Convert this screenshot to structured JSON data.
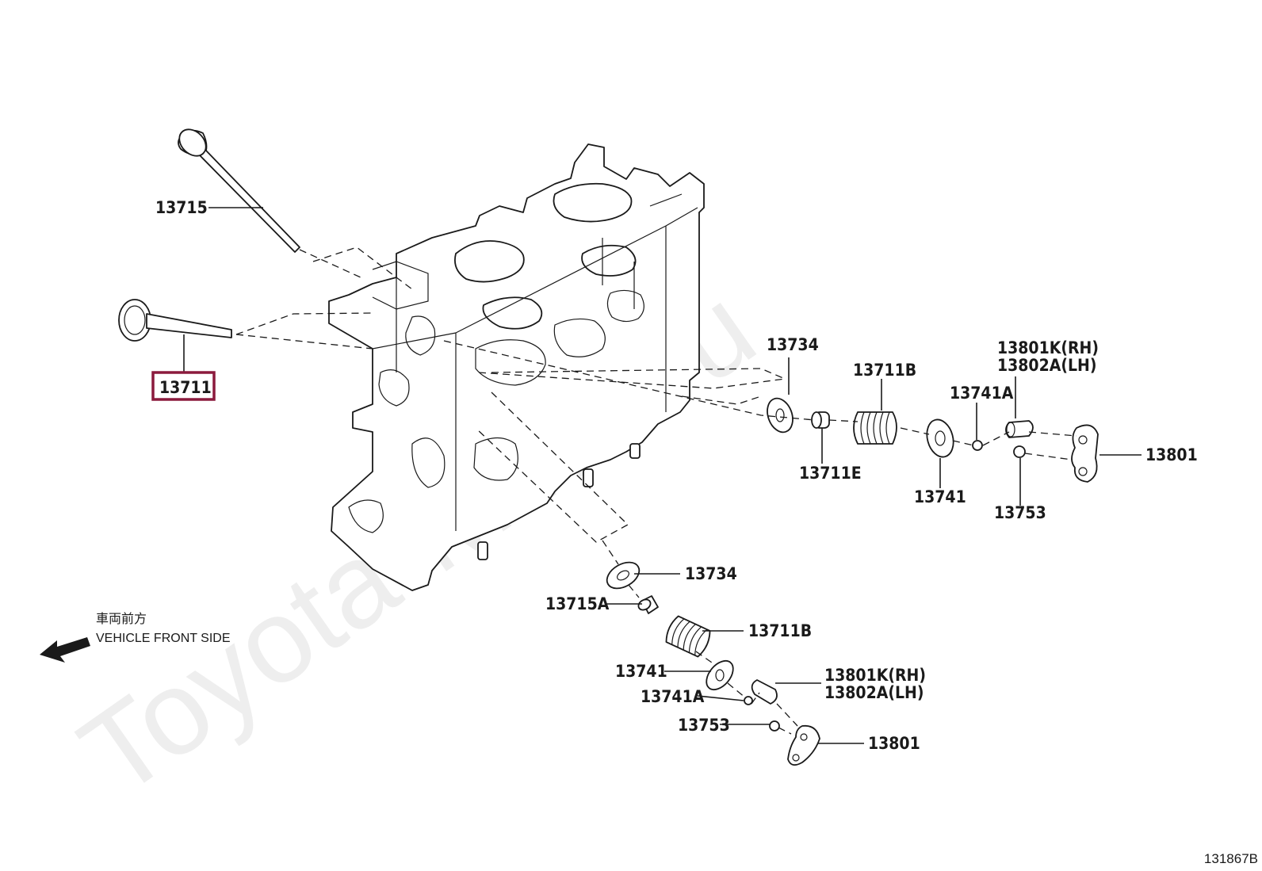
{
  "watermark": "Toyota-Mine.ru",
  "highlight_color": "#8b1a3d",
  "front_side": {
    "label_jp": "車両前方",
    "label_en": "VEHICLE FRONT SIDE",
    "icon": "arrow-left-down-icon"
  },
  "reference_code": "131867B",
  "parts": {
    "p13715": "13715",
    "p13711": "13711",
    "upper_13734": "13734",
    "upper_13711B": "13711B",
    "upper_13711E": "13711E",
    "upper_13741A": "13741A",
    "upper_13801K_RH": "13801K(RH)",
    "upper_13802A_LH": "13802A(LH)",
    "upper_13741": "13741",
    "upper_13753": "13753",
    "upper_13801": "13801",
    "lower_13734": "13734",
    "lower_13715A": "13715A",
    "lower_13711B": "13711B",
    "lower_13741": "13741",
    "lower_13741A": "13741A",
    "lower_13801K_RH": "13801K(RH)",
    "lower_13802A_LH": "13802A(LH)",
    "lower_13753": "13753",
    "lower_13801": "13801"
  }
}
